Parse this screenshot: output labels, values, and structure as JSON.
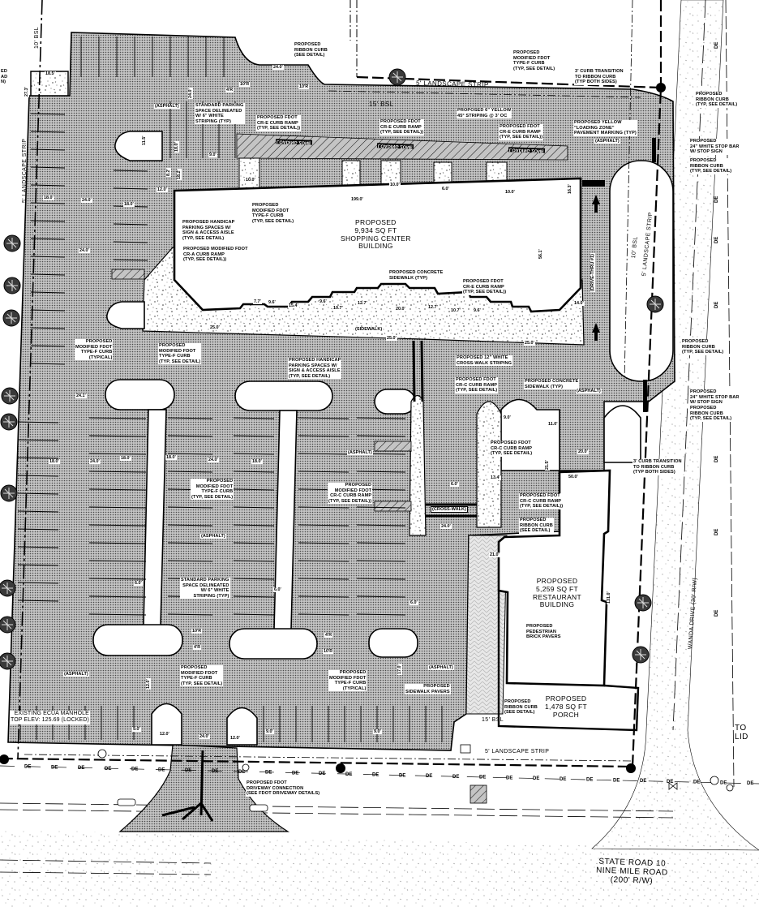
{
  "colors": {
    "asphalt_bg": "#bdbdbd",
    "asphalt_dot": "#4a4a4a",
    "line": "#000000",
    "pavers": "#e6e6e6"
  },
  "buildings": {
    "shopping_center": "PROPOSED\n9,934 SQ FT\nSHOPPING CENTER\nBUILDING",
    "restaurant": "PROPOSED\n5,259 SQ FT\nRESTAURANT\nBUILDING",
    "porch": "PROPOSED\n1,478 SQ FT\nPORCH"
  },
  "roads": {
    "state_road": "STATE ROAD 10\nNINE MILE ROAD\n(200' R/W)",
    "wanda_drive": "WANDA DRIVE (30' R/W)"
  },
  "strips": {
    "top_landscape": "5' LANDSCAPE STRIP",
    "top_bsl": "15' BSL",
    "bottom_landscape": "5' LANDSCAPE STRIP",
    "bottom_bsl": "15' BSL",
    "left_bsl": "10' BSL",
    "left_landscape": "5' LANDSCAPE STRIP",
    "right_bsl": "10' BSL",
    "right_landscape": "5' LANDSCAPE STRIP",
    "drive_thru": "(DRIVE-THRU #1)",
    "sidewalk": "(SIDEWALK)",
    "crosswalk": "(CROSS-WALK)",
    "loading_zone": "LOADING ZONE",
    "to_lid": "TO\nLID"
  },
  "callouts": {
    "pad_partial": "ED\nAD\nN)",
    "ribbon_curb_top": "PROPOSED\nRIBBON CURB\n(SEE DETAIL)",
    "type_f_top": "PROPOSED\nMODIFIED FDOT\nTYPE-F CURB\n(TYP, SEE DETAIL)",
    "curb_transition_top": "3' CURB TRANSITION\nTO RIBBON CURB\n(TYP BOTH SIDES)",
    "ribbon_curb_tr": "PROPOSED\nRIBBON CURB\n(TYP, SEE DETAIL)",
    "std_parking_top": "STANDARD PARKING\nSPACE DELINEATED\nW/ 6\" WHITE\nSTRIPING (TYP)",
    "cre_ramp_1": "PROPOSED FDOT\nCR-E CURB RAMP\n(TYP, SEE DETAIL))",
    "cre_ramp_2": "PROPOSED FDOT\nCR-E CURB RAMP\n(TYP, SEE DETAIL))",
    "yellow_striping": "PROPOSED 6\" YELLOW\n45° STRIPING @ 3' OC",
    "cre_ramp_3": "PROPOSED FDOT\nCR-E CURB RAMP\n(TYP, SEE DETAIL))",
    "loading_zone": "PROPOSED YELLOW\n\"LOADING ZONE\"\nPAVEMENT MARKING (TYP)",
    "stop_bar_top": "PROPOSED\n24\" WHITE STOP BAR\nW/ STOP SIGN",
    "ribbon_curb_r2": "PROPOSED\nRIBBON CURB\n(TYP, SEE DETAIL)",
    "type_f_bldg": "PROPOSED\nMODIFIED FDOT\nTYPE-F CURB\n(TYP, SEE DETAIL)",
    "handicap_1": "PROPOSED HANDICAP\nPARKING SPACES W/\nSIGN & ACCESS AISLE\n(TYP, SEE DETAIL)",
    "cra_ramp": "PROPOSED MODIFIED FDOT\nCR-A CURB RAMP\n(TYP, SEE DETAIL))",
    "concrete_sw_1": "PROPOSED CONCRETE\nSIDEWALK (TYP)",
    "cre_ramp_4": "PROPOSED FDOT\nCR-E CURB RAMP\n(TYP, SEE DETAIL))",
    "ribbon_curb_r3": "PROPOSED\nRIBBON CURB\n(TYP, SEE DETAIL)",
    "type_f_left": "PROPOSED\nMODIFIED FDOT\nTYPE-F CURB\n(TYPICAL)",
    "type_f_mid": "PROPOSED\nMODIFIED FDOT\nTYPE-F CURB\n(TYP, SEE DETAIL)",
    "handicap_2": "PROPOSED HANDICAP\nPARKING SPACES W/\nSIGN & ACCESS AISLE\n(TYP, SEE DETAIL)",
    "crosswalk_striping": "PROPOSED 12\" WHITE\nCROSS-WALK STRIPING",
    "crc_ramp_1": "PROPOSED FDOT\nCR-C CURB RAMP\n(TYP, SEE DETAIL)",
    "concrete_sw_2": "PROPOSED CONCRETE\nSIDEWALK (TYP)",
    "stop_bar_2": "PROPOSED\n24\" WHITE STOP BAR\nW/ STOP SIGN",
    "ribbon_curb_r4": "PROPOSED\nRIBBON CURB\n(TYP, SEE DETAIL)",
    "crc_ramp_2": "PROPOSED FDOT\nCR-C CURB RAMP\n(TYP, SEE DETAIL)",
    "curb_transition_2": "3' CURB TRANSITION\nTO RIBBON CURB\n(TYP BOTH SIDES)",
    "type_f_center": "PROPOSED\nMODIFIED FDOT\nTYPE-F CURB\n(TYP, SEE DETAIL)",
    "crc_ramp_mod": "PROPOSED\nMODIFIED FDOT\nCR-C CURB RAMP\n(TYP, SEE DETAIL))",
    "crc_ramp_3": "PROPOSED FDOT\nCR-C CURB RAMP\n(TYP, SEE DETAIL))",
    "ribbon_see": "PROPOSED\nRIBBON CURB\n(SEE DETAIL)",
    "std_parking_2": "STANDARD PARKING\nSPACE DELINEATED\nW/ 6\" WHITE\nSTRIPING (TYP)",
    "pavers": "PROPOSED\nPEDESTRIAN\nBRICK PAVERS",
    "type_f_bot1": "PROPOSED\nMODIFIED FDOT\nTYPE-F CURB\n(TYP, SEE DETAIL)",
    "type_f_bot2": "PROPOSED\nMODIFIED FDOT\nTYPE-F CURB\n(TYPICAL)",
    "sidewalk_pavers": "PROPOSED\nSIDEWALK PAVERS",
    "ribbon_bot": "PROPOSED\nRIBBON CURB\n(SEE DETAIL)",
    "manhole": "EXISTING ECUA MANHOLE\nTOP ELEV: 125.69 (LOCKED)",
    "driveway": "PROPOSED FDOT\nDRIVEWAY CONNECTION\n(SEE FDOT DRIVEWAY DETAILS)"
  },
  "surface_tag": "(ASPHALT)",
  "utility_tag": "DE",
  "dimensions": [
    "18.5'",
    "27.3'",
    "24.0'",
    "10'R",
    "4'R",
    "10'R",
    "11.5'",
    "9.0'",
    "18.0'",
    "12.0'",
    "10.0'",
    "10.0'",
    "10.0'",
    "6.0'",
    "199.0'",
    "56.1'",
    "18.0'",
    "24.0'",
    "18.0'",
    "24.0'",
    "7.7'",
    "9.6'",
    "15.4'",
    "9.6'",
    "10.7'",
    "12.7'",
    "20.0'",
    "12.7'",
    "10.7'",
    "9.6'",
    "25.0'",
    "25.0'",
    "25.0'",
    "14.0'",
    "24.1'",
    "9.0'",
    "11.0'",
    "20.0'",
    "21.5'",
    "13.4'",
    "50.0'",
    "6.0'",
    "24.0'",
    "21.0'",
    "131.0'",
    "18.0'",
    "24.0'",
    "18.0'",
    "18.0'",
    "24.0'",
    "18.0'",
    "6.0'",
    "6.0'",
    "6.0'",
    "24.0'",
    "12.0'",
    "12.0'",
    "9.0'",
    "9.0'",
    "9.0'",
    "17.0'",
    "10'R",
    "4'R",
    "10'R",
    "4'R",
    "16.3'",
    "18.2'",
    "24.0'",
    "12.0'",
    "8.2'"
  ]
}
